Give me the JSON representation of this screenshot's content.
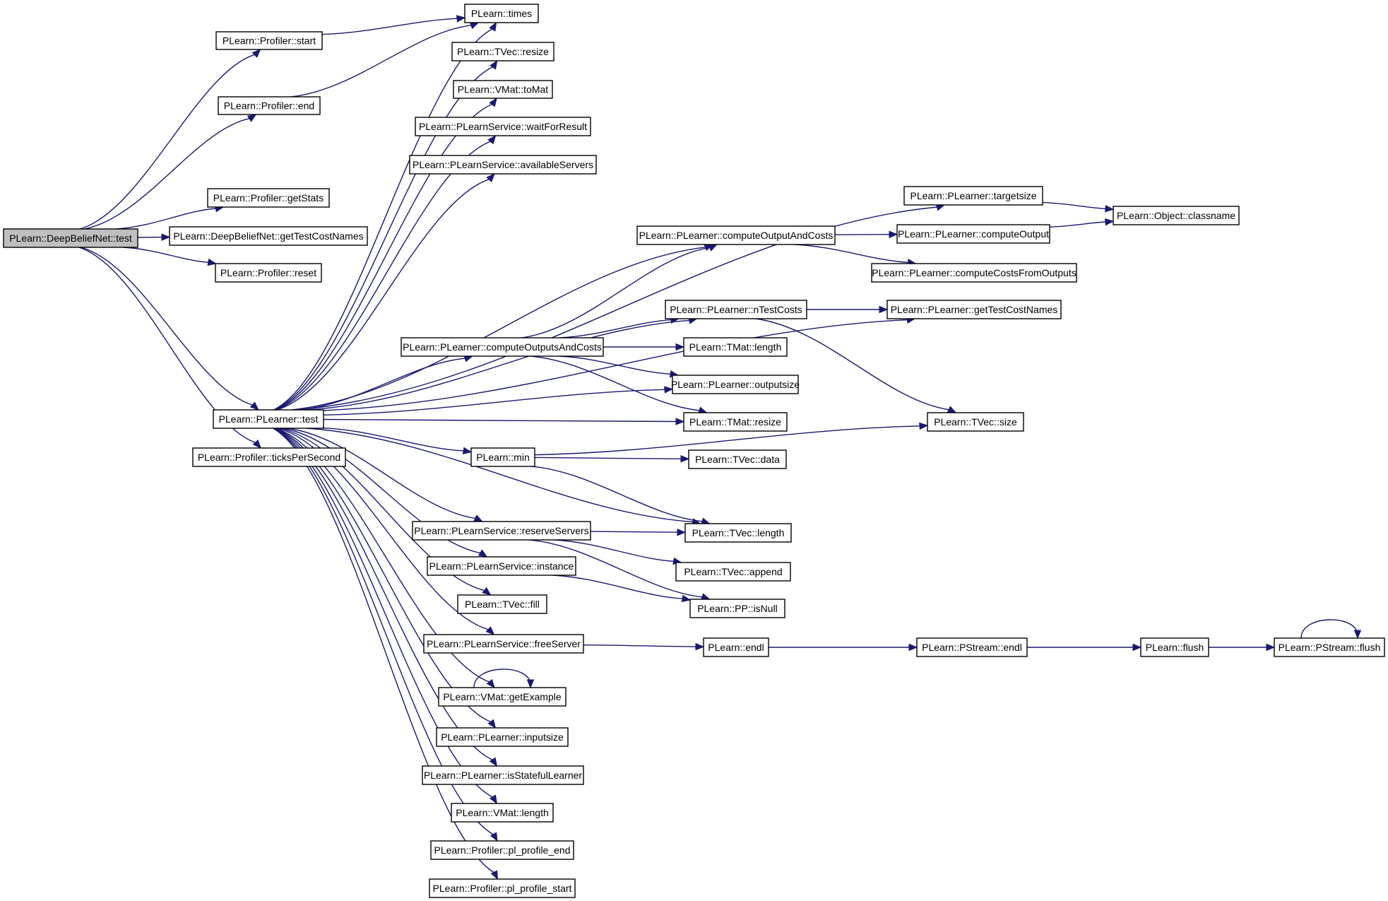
{
  "graph": {
    "root": "n_root",
    "nodes": [
      {
        "id": "n_root",
        "label": "PLearn::DeepBeliefNet::test",
        "root": true
      },
      {
        "id": "n_start",
        "label": "PLearn::Profiler::start"
      },
      {
        "id": "n_end",
        "label": "PLearn::Profiler::end"
      },
      {
        "id": "n_getStats",
        "label": "PLearn::Profiler::getStats"
      },
      {
        "id": "n_dbnGetTestCostNames",
        "label": "PLearn::DeepBeliefNet::getTestCostNames"
      },
      {
        "id": "n_reset",
        "label": "PLearn::Profiler::reset"
      },
      {
        "id": "n_plTest",
        "label": "PLearn::PLearner::test"
      },
      {
        "id": "n_ticks",
        "label": "PLearn::Profiler::ticksPerSecond"
      },
      {
        "id": "n_times",
        "label": "PLearn::times"
      },
      {
        "id": "n_tvecResize",
        "label": "PLearn::TVec::resize"
      },
      {
        "id": "n_toMat",
        "label": "PLearn::VMat::toMat"
      },
      {
        "id": "n_waitForResult",
        "label": "PLearn::PLearnService::waitForResult"
      },
      {
        "id": "n_availableServers",
        "label": "PLearn::PLearnService::availableServers"
      },
      {
        "id": "n_targetsize",
        "label": "PLearn::PLearner::targetsize"
      },
      {
        "id": "n_classname",
        "label": "PLearn::Object::classname"
      },
      {
        "id": "n_computeOutputAndCosts",
        "label": "PLearn::PLearner::computeOutputAndCosts"
      },
      {
        "id": "n_computeOutput",
        "label": "PLearn::PLearner::computeOutput"
      },
      {
        "id": "n_computeCostsFromOutputs",
        "label": "PLearn::PLearner::computeCostsFromOutputs"
      },
      {
        "id": "n_nTestCosts",
        "label": "PLearn::PLearner::nTestCosts"
      },
      {
        "id": "n_plGetTestCostNames",
        "label": "PLearn::PLearner::getTestCostNames"
      },
      {
        "id": "n_computeOutputsAndCosts",
        "label": "PLearn::PLearner::computeOutputsAndCosts"
      },
      {
        "id": "n_tmatLength",
        "label": "PLearn::TMat::length"
      },
      {
        "id": "n_outputsize",
        "label": "PLearn::PLearner::outputsize"
      },
      {
        "id": "n_tmatResize",
        "label": "PLearn::TMat::resize"
      },
      {
        "id": "n_tvecSize",
        "label": "PLearn::TVec::size"
      },
      {
        "id": "n_min",
        "label": "PLearn::min"
      },
      {
        "id": "n_tvecData",
        "label": "PLearn::TVec::data"
      },
      {
        "id": "n_tvecLength",
        "label": "PLearn::TVec::length"
      },
      {
        "id": "n_reserveServers",
        "label": "PLearn::PLearnService::reserveServers"
      },
      {
        "id": "n_append",
        "label": "PLearn::TVec::append"
      },
      {
        "id": "n_instance",
        "label": "PLearn::PLearnService::instance"
      },
      {
        "id": "n_isNull",
        "label": "PLearn::PP::isNull"
      },
      {
        "id": "n_fill",
        "label": "PLearn::TVec::fill"
      },
      {
        "id": "n_freeServer",
        "label": "PLearn::PLearnService::freeServer"
      },
      {
        "id": "n_endl",
        "label": "PLearn::endl"
      },
      {
        "id": "n_pstreamEndl",
        "label": "PLearn::PStream::endl"
      },
      {
        "id": "n_flush",
        "label": "PLearn::flush"
      },
      {
        "id": "n_pstreamFlush",
        "label": "PLearn::PStream::flush"
      },
      {
        "id": "n_getExample",
        "label": "PLearn::VMat::getExample"
      },
      {
        "id": "n_inputsize",
        "label": "PLearn::PLearner::inputsize"
      },
      {
        "id": "n_isStateful",
        "label": "PLearn::PLearner::isStatefulLearner"
      },
      {
        "id": "n_vmatLength",
        "label": "PLearn::VMat::length"
      },
      {
        "id": "n_plProfileEnd",
        "label": "PLearn::Profiler::pl_profile_end"
      },
      {
        "id": "n_plProfileStart",
        "label": "PLearn::Profiler::pl_profile_start"
      }
    ],
    "edges": [
      [
        "n_root",
        "n_start"
      ],
      [
        "n_root",
        "n_end"
      ],
      [
        "n_root",
        "n_getStats"
      ],
      [
        "n_root",
        "n_dbnGetTestCostNames"
      ],
      [
        "n_root",
        "n_reset"
      ],
      [
        "n_root",
        "n_plTest"
      ],
      [
        "n_root",
        "n_ticks"
      ],
      [
        "n_start",
        "n_times"
      ],
      [
        "n_end",
        "n_times"
      ],
      [
        "n_plTest",
        "n_times"
      ],
      [
        "n_plTest",
        "n_tvecResize"
      ],
      [
        "n_plTest",
        "n_toMat"
      ],
      [
        "n_plTest",
        "n_waitForResult"
      ],
      [
        "n_plTest",
        "n_availableServers"
      ],
      [
        "n_plTest",
        "n_targetsize"
      ],
      [
        "n_plTest",
        "n_computeOutputAndCosts"
      ],
      [
        "n_plTest",
        "n_plGetTestCostNames"
      ],
      [
        "n_plTest",
        "n_nTestCosts"
      ],
      [
        "n_plTest",
        "n_computeOutputsAndCosts"
      ],
      [
        "n_plTest",
        "n_outputsize"
      ],
      [
        "n_plTest",
        "n_tmatResize"
      ],
      [
        "n_plTest",
        "n_min"
      ],
      [
        "n_plTest",
        "n_tvecLength"
      ],
      [
        "n_plTest",
        "n_reserveServers"
      ],
      [
        "n_plTest",
        "n_instance"
      ],
      [
        "n_plTest",
        "n_fill"
      ],
      [
        "n_plTest",
        "n_freeServer"
      ],
      [
        "n_plTest",
        "n_getExample"
      ],
      [
        "n_plTest",
        "n_inputsize"
      ],
      [
        "n_plTest",
        "n_isStateful"
      ],
      [
        "n_plTest",
        "n_vmatLength"
      ],
      [
        "n_plTest",
        "n_plProfileEnd"
      ],
      [
        "n_plTest",
        "n_plProfileStart"
      ],
      [
        "n_targetsize",
        "n_classname"
      ],
      [
        "n_computeOutputAndCosts",
        "n_computeOutput"
      ],
      [
        "n_computeOutputAndCosts",
        "n_computeCostsFromOutputs"
      ],
      [
        "n_computeOutput",
        "n_classname"
      ],
      [
        "n_nTestCosts",
        "n_plGetTestCostNames"
      ],
      [
        "n_nTestCosts",
        "n_tvecSize"
      ],
      [
        "n_computeOutputsAndCosts",
        "n_computeOutputAndCosts"
      ],
      [
        "n_computeOutputsAndCosts",
        "n_nTestCosts"
      ],
      [
        "n_computeOutputsAndCosts",
        "n_tmatLength"
      ],
      [
        "n_computeOutputsAndCosts",
        "n_outputsize"
      ],
      [
        "n_computeOutputsAndCosts",
        "n_tmatResize"
      ],
      [
        "n_min",
        "n_tvecData"
      ],
      [
        "n_min",
        "n_tvecLength"
      ],
      [
        "n_min",
        "n_tvecSize"
      ],
      [
        "n_reserveServers",
        "n_tvecLength"
      ],
      [
        "n_reserveServers",
        "n_append"
      ],
      [
        "n_reserveServers",
        "n_isNull"
      ],
      [
        "n_instance",
        "n_isNull"
      ],
      [
        "n_freeServer",
        "n_endl"
      ],
      [
        "n_endl",
        "n_pstreamEndl"
      ],
      [
        "n_pstreamEndl",
        "n_flush"
      ],
      [
        "n_flush",
        "n_pstreamFlush"
      ],
      [
        "n_pstreamFlush",
        "n_pstreamFlush"
      ],
      [
        "n_getExample",
        "n_getExample"
      ]
    ]
  },
  "colors": {
    "edge": "#191970",
    "root_fill": "#bfbfbf",
    "node_fill": "#ffffff",
    "node_stroke": "#000000",
    "background": "#ffffff"
  }
}
